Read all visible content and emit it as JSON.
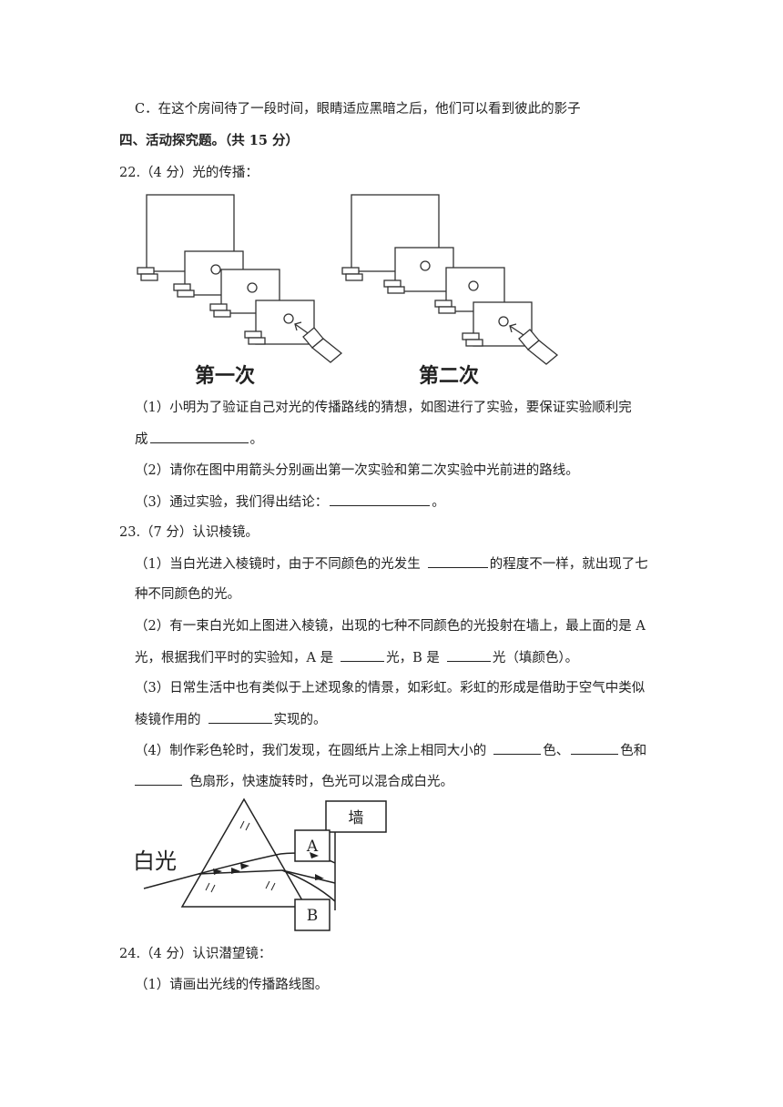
{
  "option_c": "C．在这个房间待了一段时间，眼睛适应黑暗之后，他们可以看到彼此的影子",
  "section_title": "四、活动探究题。（共 15 分）",
  "q22": {
    "stem": "22.（4 分）光的传播：",
    "figure": {
      "label_first": "第一次",
      "label_second": "第二次"
    },
    "p1_part1": "（1）小明为了验证自己对光的传播路线的猜想，如图进行了实验，要保证实验顺利完",
    "p1_part2_prefix": "成",
    "p1_part2_suffix": "。",
    "p2": "（2）请你在图中用箭头分别画出第一次实验和第二次实验中光前进的路线。",
    "p3_prefix": "（3）通过实验，我们得出结论：",
    "p3_suffix": "。"
  },
  "q23": {
    "stem": "23.（7 分）认识棱镜。",
    "p1_a": "（1）当白光进入棱镜时，由于不同颜色的光发生",
    "p1_b": "的程度不一样，就出现了七",
    "p1_c": "种不同颜色的光。",
    "p2_a": "（2）有一束白光如上图进入棱镜，出现的七种不同颜色的光投射在墙上，最上面的是 A",
    "p2_b": "光，根据我们平时的实验知，A 是",
    "p2_c": "光，B 是",
    "p2_d": "光（填颜色）。",
    "p3_a": "（3）日常生活中也有类似于上述现象的情景，如彩虹。彩虹的形成是借助于空气中类似",
    "p3_b": "棱镜作用的",
    "p3_c": "实现的。",
    "p4_a": "（4）制作彩色轮时，我们发现，在圆纸片上涂上相同大小的",
    "p4_b": "色、",
    "p4_c": "色和",
    "p4_d": "色扇形，快速旋转时，色光可以混合成白光。",
    "figure": {
      "white_light": "白光",
      "wall": "墙",
      "label_a": "A",
      "label_b": "B"
    }
  },
  "q24": {
    "stem": "24.（4 分）认识潜望镜：",
    "p1": "（1）请画出光线的传播路线图。"
  }
}
